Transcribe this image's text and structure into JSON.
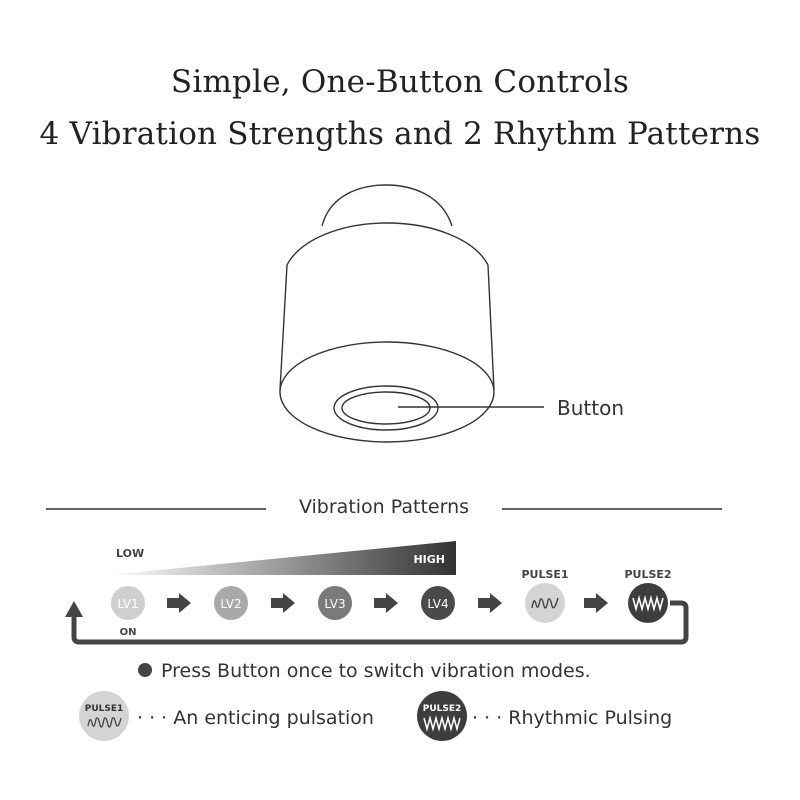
{
  "heading": {
    "line1": "Simple, One-Button Controls",
    "line2": "4 Vibration Strengths and 2 Rhythm Patterns"
  },
  "device": {
    "button_label": "Button"
  },
  "patterns": {
    "section_title": "Vibration Patterns",
    "low_label": "LOW",
    "high_label": "HIGH",
    "on_label": "ON",
    "modes": [
      "LV1",
      "LV2",
      "LV3",
      "LV4"
    ],
    "pulse1_label": "PULSE1",
    "pulse2_label": "PULSE2",
    "instruction": "Press Button once to switch vibration modes."
  },
  "legend": {
    "pulse1_badge": "PULSE1",
    "pulse1_desc": "· · · An enticing pulsation",
    "pulse2_badge": "PULSE2",
    "pulse2_desc": "· · · Rhythmic Pulsing"
  },
  "colors": {
    "lv1": "#cfcfcf",
    "lv2": "#a9a9a9",
    "lv3": "#7a7a7a",
    "lv4": "#4a4a4a",
    "pulse1": "#d4d4d4",
    "pulse2": "#3d3d3d",
    "arrow": "#444444"
  }
}
